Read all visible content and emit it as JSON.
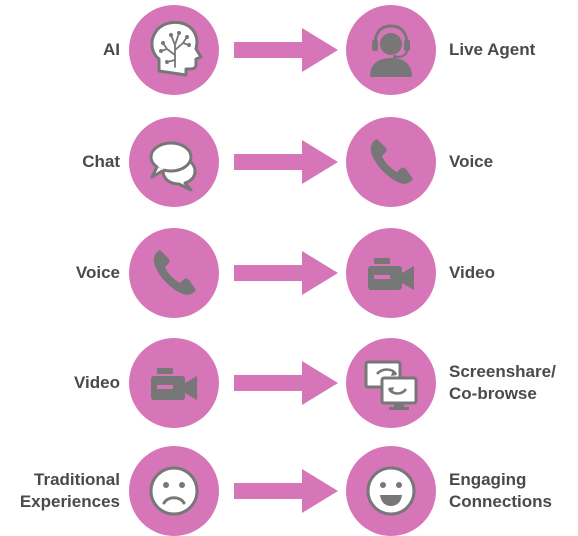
{
  "colors": {
    "circle": "#d676b9",
    "arrow": "#d676b9",
    "icon": "#777777",
    "text": "#4a4a4a"
  },
  "rows": [
    {
      "left": {
        "label": "AI",
        "icon": "brain-head-icon"
      },
      "right": {
        "label": "Live Agent",
        "icon": "headset-agent-icon"
      }
    },
    {
      "left": {
        "label": "Chat",
        "icon": "chat-bubbles-icon"
      },
      "right": {
        "label": "Voice",
        "icon": "phone-icon"
      }
    },
    {
      "left": {
        "label": "Voice",
        "icon": "phone-icon"
      },
      "right": {
        "label": "Video",
        "icon": "video-camera-icon"
      }
    },
    {
      "left": {
        "label": "Video",
        "icon": "video-camera-icon"
      },
      "right": {
        "label": "Screenshare/\nCo-browse",
        "icon": "screenshare-icon"
      }
    },
    {
      "left": {
        "label": "Traditional\nExperiences",
        "icon": "sad-face-icon"
      },
      "right": {
        "label": "Engaging\nConnections",
        "icon": "happy-face-icon"
      }
    }
  ]
}
